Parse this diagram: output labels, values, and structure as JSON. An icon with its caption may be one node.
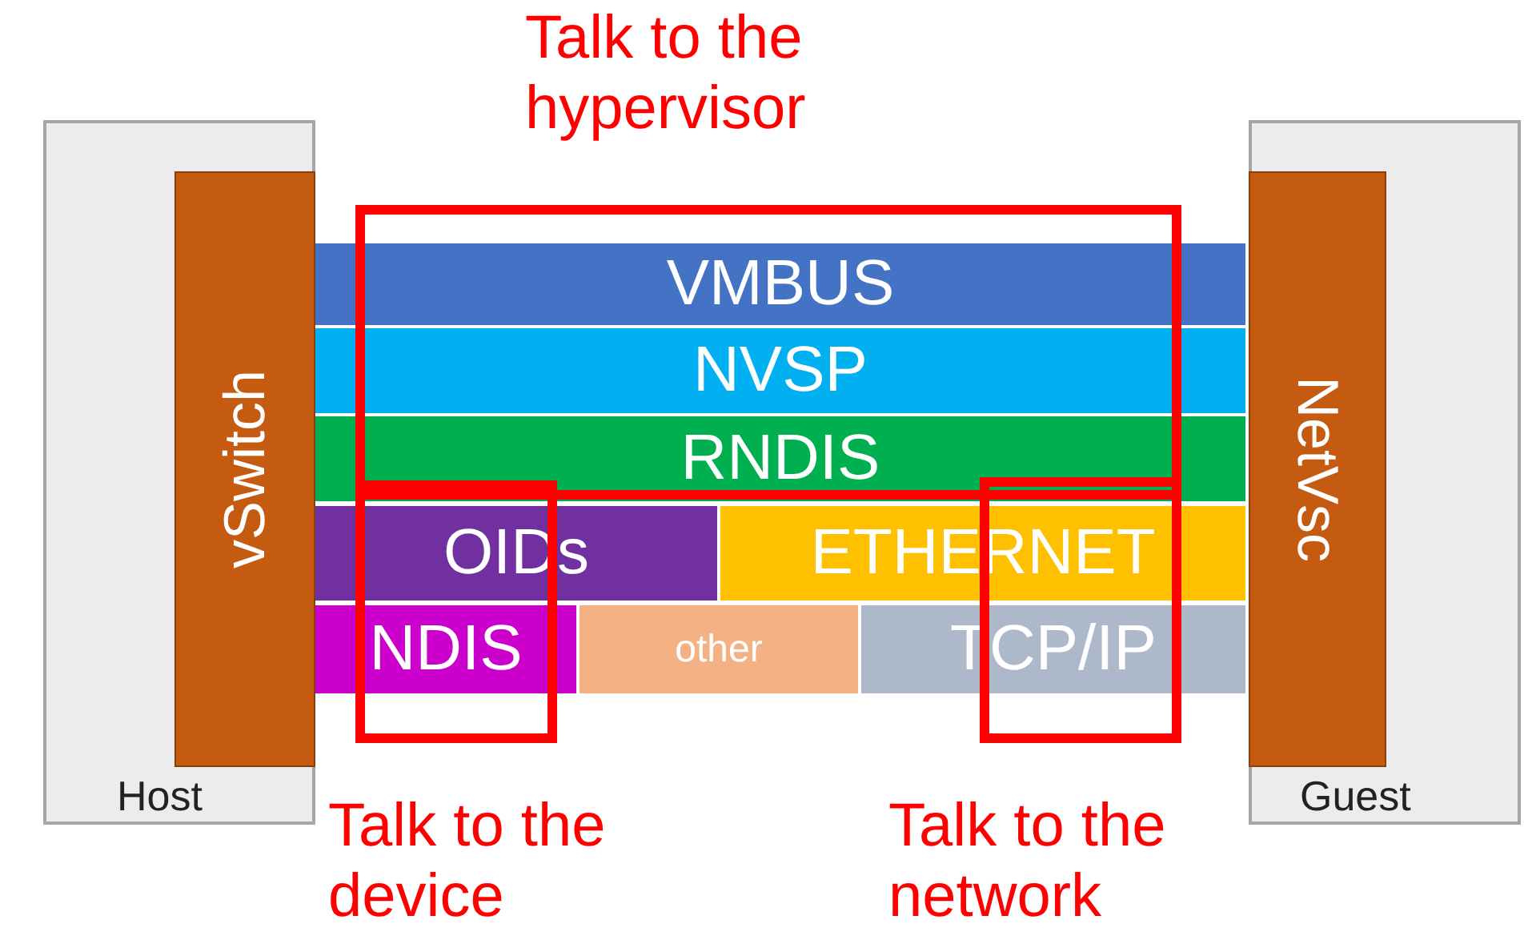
{
  "diagram": {
    "nodes": [
      {
        "text": [
          "Host"
        ]
      },
      {
        "text": [
          "vSwitch"
        ],
        "in": 0
      },
      {
        "text": [
          "Guest"
        ]
      },
      {
        "text": [
          "NetVsc"
        ],
        "in": 2
      },
      {
        "text": [
          "VMBUS"
        ]
      },
      {
        "text": [
          "NVSP"
        ]
      },
      {
        "text": [
          "RNDIS"
        ]
      },
      {
        "text": [
          "OIDs"
        ]
      },
      {
        "text": [
          "ETHERNET"
        ]
      },
      {
        "text": [
          "NDIS"
        ]
      },
      {
        "text": [
          "other"
        ]
      },
      {
        "text": [
          "TCP/IP"
        ]
      },
      {
        "text": [
          "Talk to the hypervisor"
        ]
      },
      {
        "text": [
          "Talk to the device"
        ]
      },
      {
        "text": [
          "Talk to the network"
        ]
      }
    ]
  }
}
